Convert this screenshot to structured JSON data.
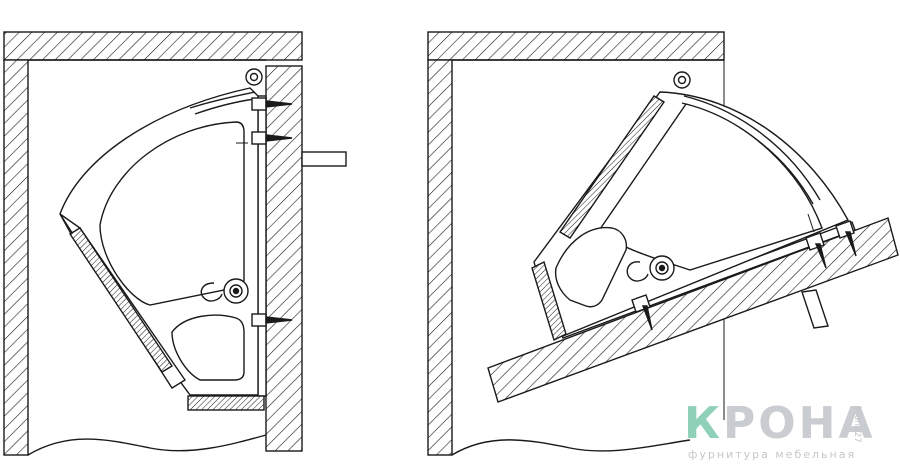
{
  "figure": {
    "left_view": "closed",
    "right_view": "open"
  },
  "watermark": {
    "brand_accent": "К",
    "brand_rest": "РОНА",
    "tagline": "фурнитура мебельная",
    "side_text": "krona27",
    "accent_color": "#8ed0b8",
    "text_color": "#c9ccd0"
  },
  "colors": {
    "stroke": "#1a1a1a",
    "hatch": "#1a1a1a",
    "background": "#ffffff"
  }
}
